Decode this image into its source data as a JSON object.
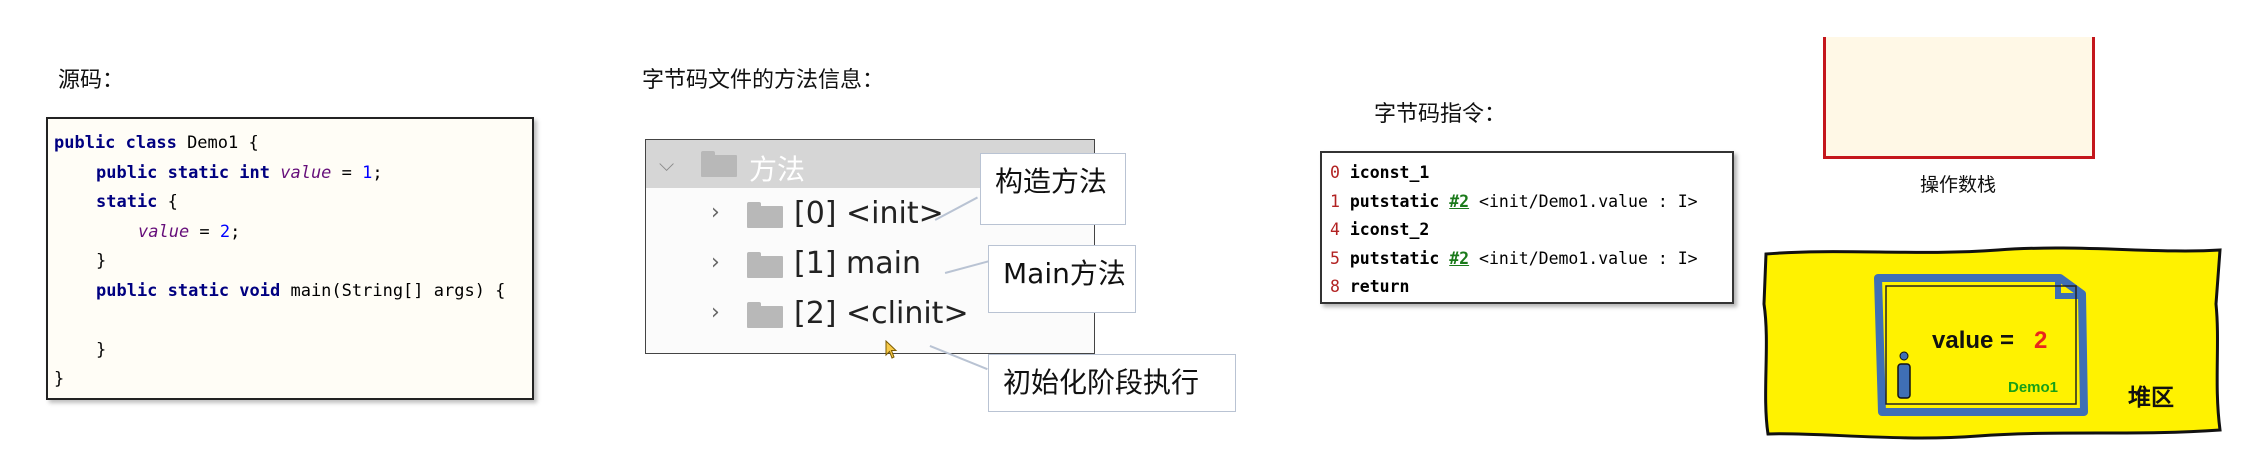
{
  "labels": {
    "source": "源码：",
    "method_info": "字节码文件的方法信息：",
    "bytecode": "字节码指令：",
    "operand_stack": "操作数栈",
    "heap": "堆区"
  },
  "source_code": {
    "l1": {
      "a": "public class ",
      "b": "Demo1 {"
    },
    "l2": {
      "a": "public static int ",
      "b": "value",
      "c": " = ",
      "d": "1",
      "e": ";"
    },
    "l3": {
      "a": "static",
      "b": " {"
    },
    "l4": {
      "a": "value",
      "b": " = ",
      "c": "2",
      "d": ";"
    },
    "l5": "}",
    "l6": {
      "a": "public static void ",
      "b": "main(String[] args) {"
    },
    "l8": "}",
    "l9": "}"
  },
  "method_tree": {
    "header": "方法",
    "items": [
      "[0] <init>",
      "[1] main",
      "[2] <clinit>"
    ]
  },
  "callouts": {
    "init": "构造方法",
    "main": "Main方法",
    "clinit": "初始化阶段执行"
  },
  "bytecode": [
    {
      "offset": "0",
      "op": "iconst_1",
      "ref": "",
      "arg": ""
    },
    {
      "offset": "1",
      "op": "putstatic",
      "ref": "#2",
      "arg": "<init/Demo1.value : I>"
    },
    {
      "offset": "4",
      "op": "iconst_2",
      "ref": "",
      "arg": ""
    },
    {
      "offset": "5",
      "op": "putstatic",
      "ref": "#2",
      "arg": "<init/Demo1.value : I>"
    },
    {
      "offset": "8",
      "op": "return",
      "ref": "",
      "arg": ""
    }
  ],
  "heap_object": {
    "field_label": "value = ",
    "field_value": "2",
    "class_name": "Demo1"
  },
  "colors": {
    "heap_fill": "#fff200",
    "object_border": "#3f6fb5",
    "value_red": "#e8261c",
    "class_green": "#18a018",
    "stack_border": "#c4161c"
  }
}
